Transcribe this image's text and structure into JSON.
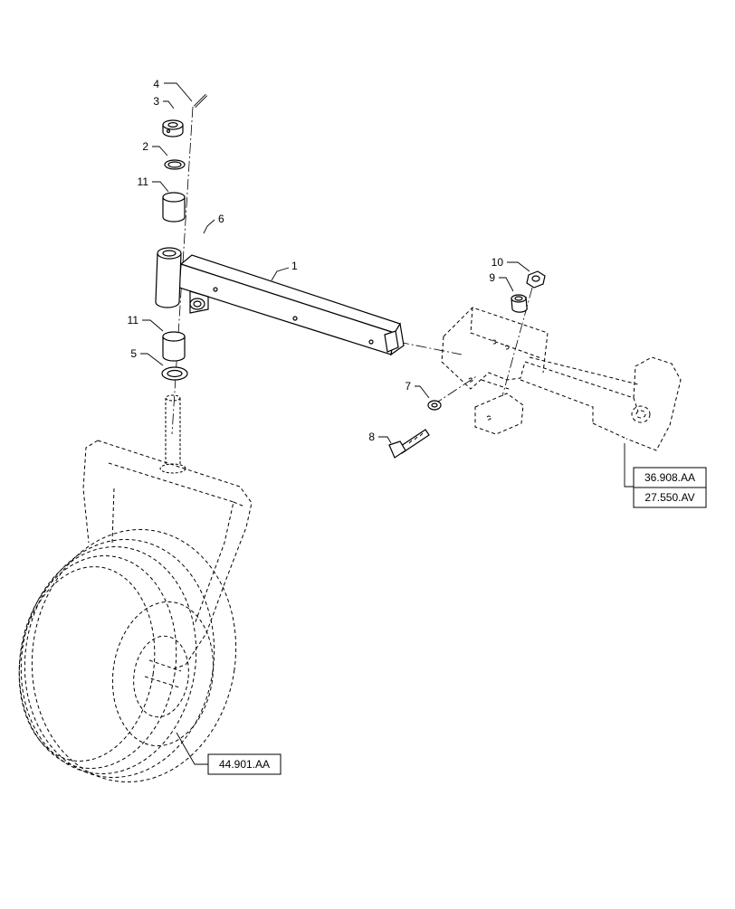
{
  "callouts": [
    "1",
    "2",
    "3",
    "4",
    "5",
    "6",
    "7",
    "8",
    "9",
    "10",
    "11",
    "11"
  ],
  "references": [
    "36.908.AA",
    "27.550.AV",
    "44.901.AA"
  ]
}
